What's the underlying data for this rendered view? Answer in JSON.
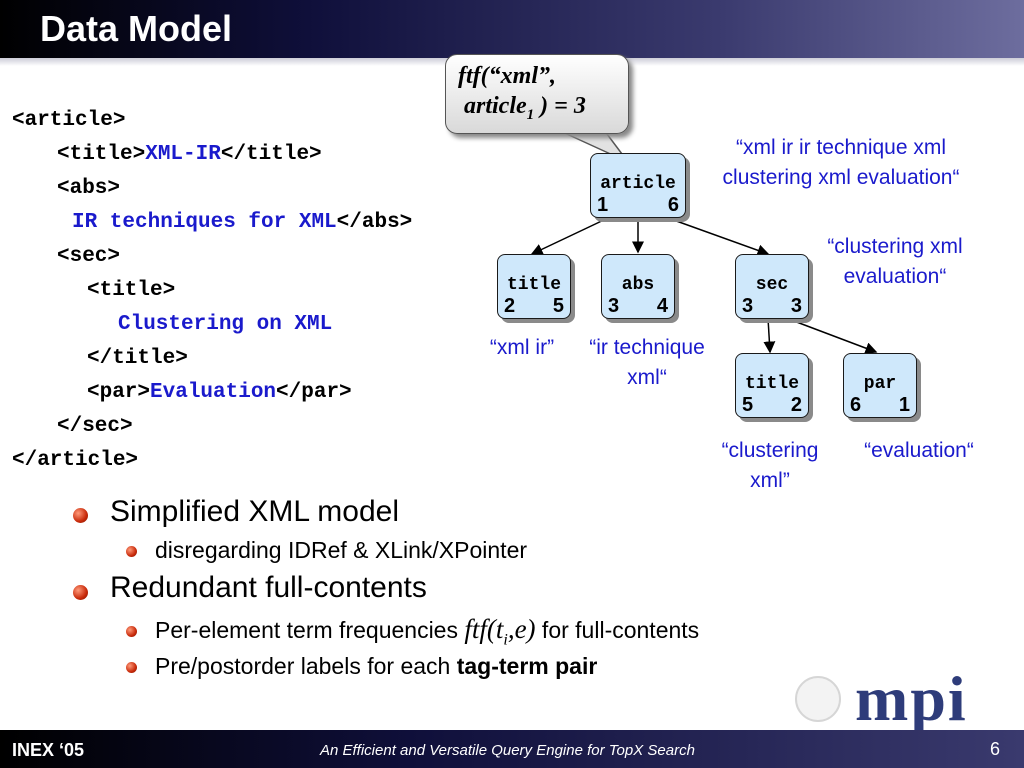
{
  "header": {
    "title": "Data Model"
  },
  "callout": {
    "line1": "ftf(“xml”,",
    "line2_a": "article",
    "line2_sub": "1",
    "line2_b": " ) = 3"
  },
  "xml": {
    "l1": "<article>",
    "l2_open": "<title>",
    "l2_text": "XML-IR",
    "l2_close": "</title>",
    "l3": "<abs>",
    "l4_text": "IR techniques for XML",
    "l4_close": "</abs>",
    "l5": "<sec>",
    "l6": "<title>",
    "l7_text": "Clustering on XML",
    "l8": "</title>",
    "l9_open": "<par>",
    "l9_text": "Evaluation",
    "l9_close": "</par>",
    "l10": "</sec>",
    "l11": "</article>"
  },
  "tree": {
    "nodes": [
      {
        "tag": "article",
        "pre": "1",
        "post": "6"
      },
      {
        "tag": "title",
        "pre": "2",
        "post": "5"
      },
      {
        "tag": "abs",
        "pre": "3",
        "post": "4"
      },
      {
        "tag": "sec",
        "pre": "3",
        "post": "3"
      },
      {
        "tag": "title",
        "pre": "5",
        "post": "2"
      },
      {
        "tag": "par",
        "pre": "6",
        "post": "1"
      }
    ],
    "texts": [
      "“xml ir ir technique xml\nclustering xml evaluation“",
      "“clustering xml\nevaluation“",
      "“xml ir”",
      "“ir technique\nxml“",
      "“clustering\nxml”",
      "“evaluation“"
    ]
  },
  "bullets": {
    "b1": "Simplified XML model",
    "b1_1": "disregarding IDRef & XLink/XPointer",
    "b2": "Redundant full-contents",
    "b2_1_pre": "Per-element term frequencies ",
    "b2_1_math_a": "ftf(t",
    "b2_1_math_sub": "i",
    "b2_1_math_b": ",e)",
    "b2_1_post": " for full-contents",
    "b2_2_pre": "Pre/postorder labels for each ",
    "b2_2_bold": "tag-term pair"
  },
  "footer": {
    "left": "INEX ‘05",
    "center": "An Efficient and Versatile Query Engine for TopX Search",
    "page": "6"
  },
  "logo": {
    "text": "mpi"
  },
  "colors": {
    "highlight": "#1a1acc",
    "node_fill": "#cfe8fb",
    "header_dark": "#000000",
    "header_light": "#6d6d9e"
  }
}
